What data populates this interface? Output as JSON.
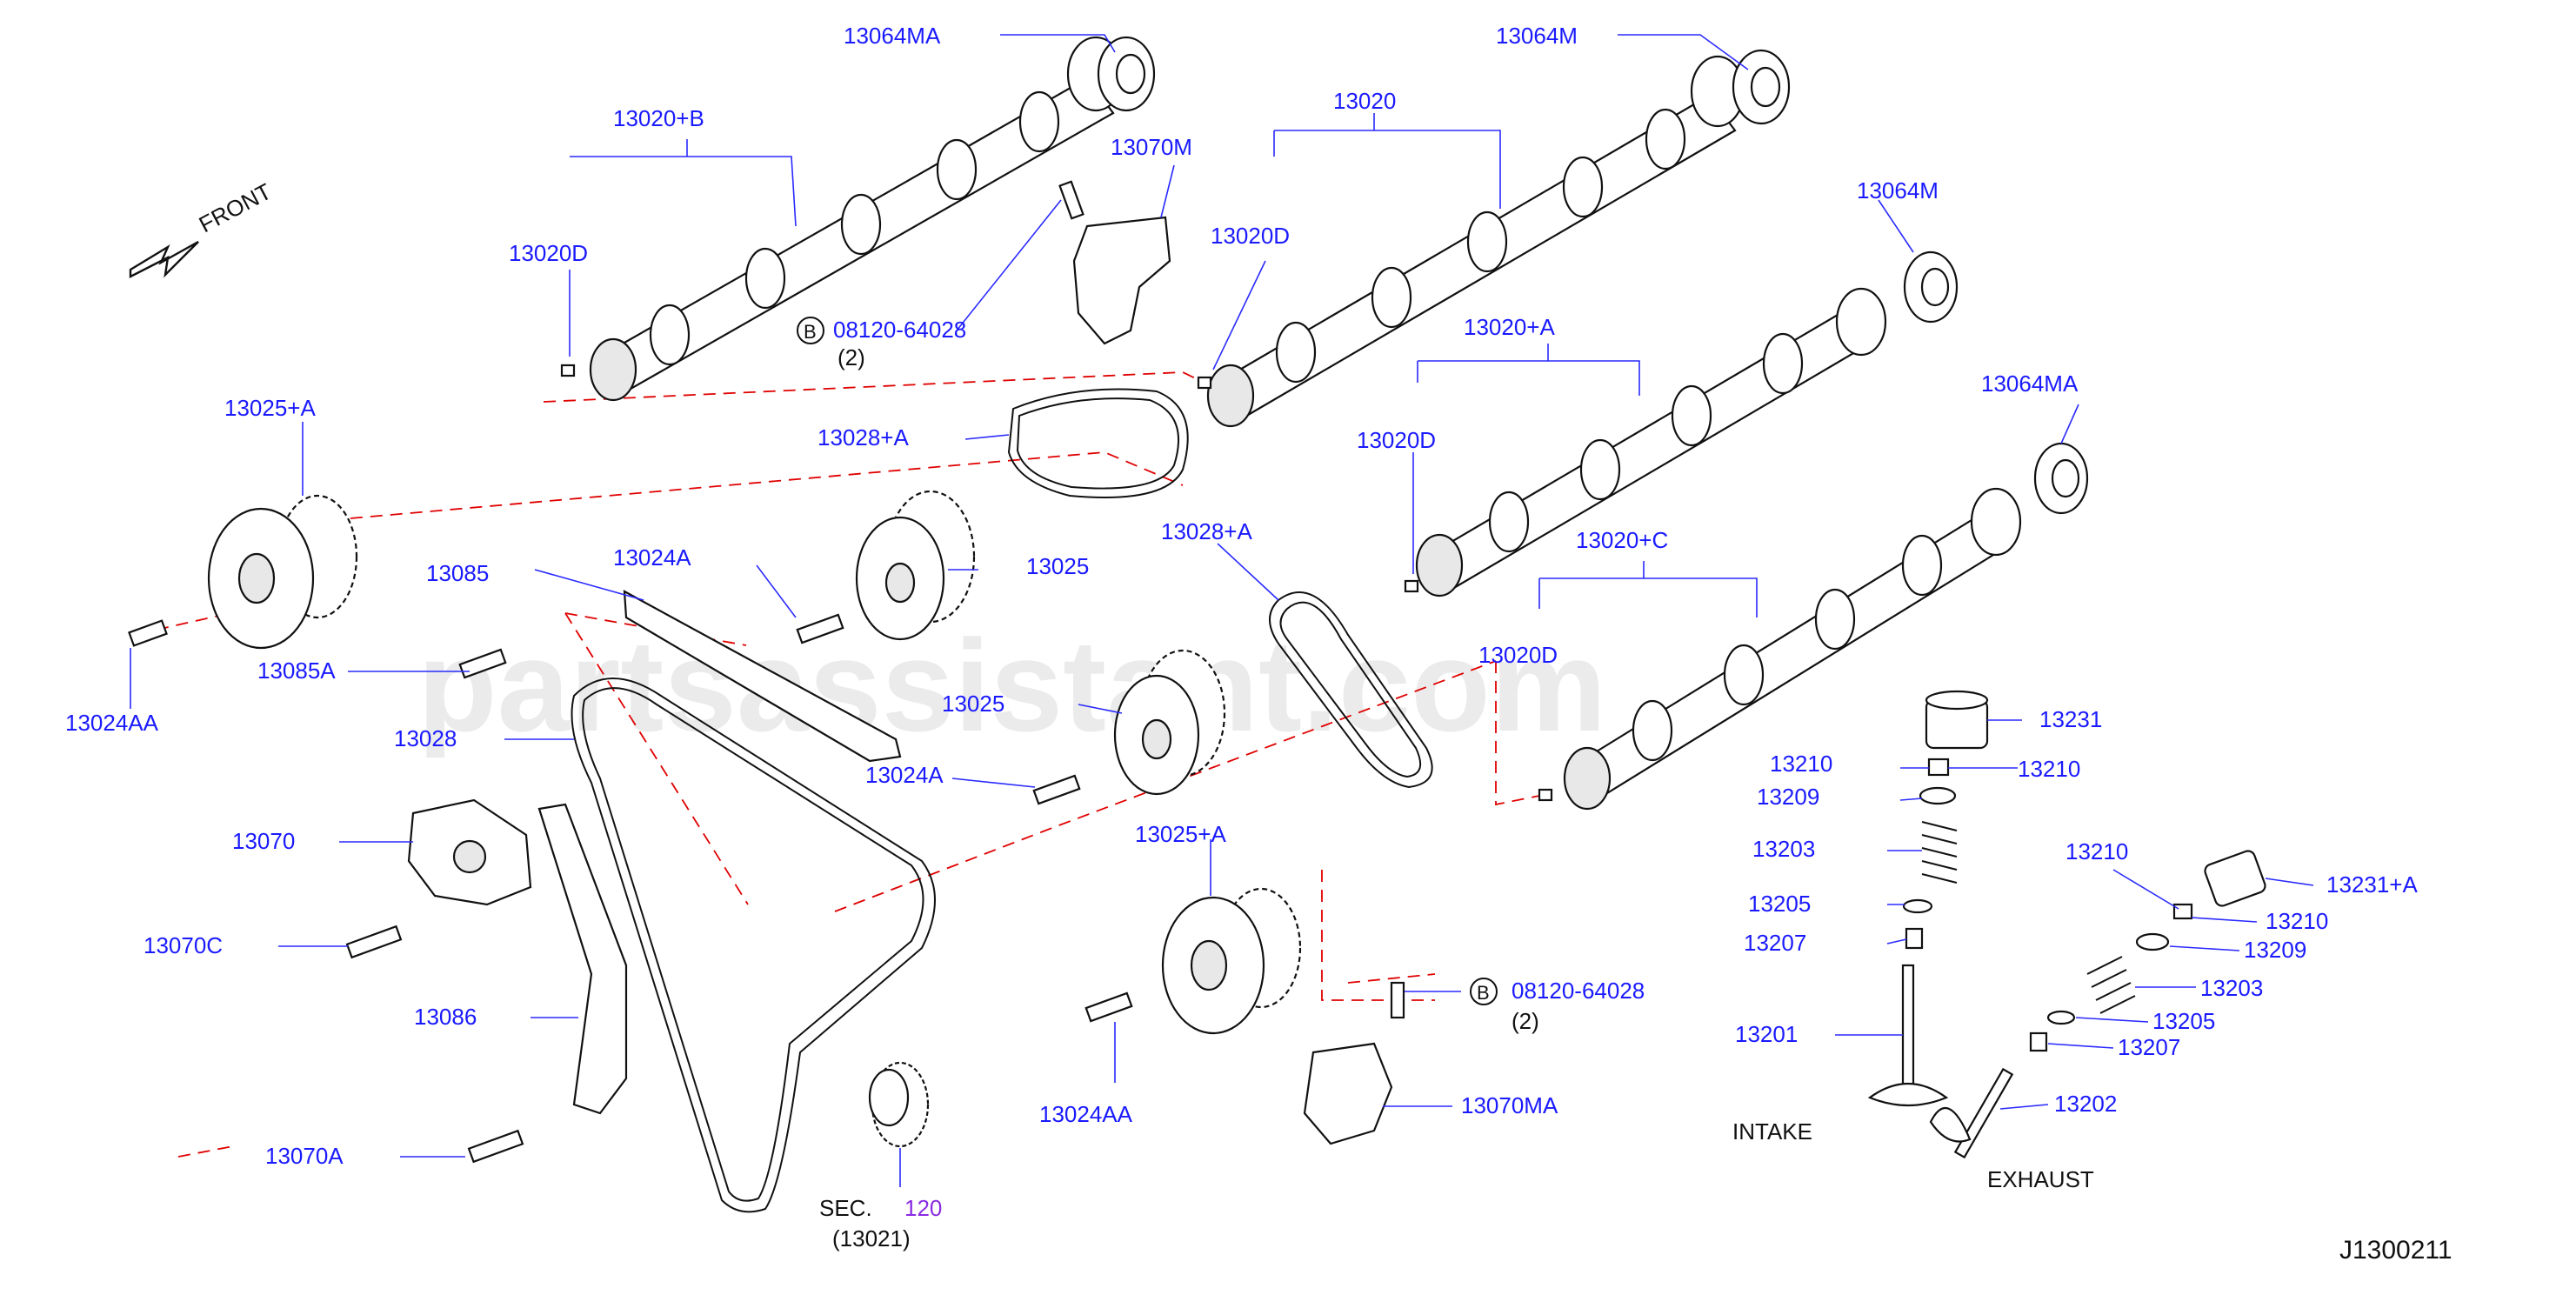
{
  "watermark": "partsassistant.com",
  "front_label": "FRONT",
  "diagram_code": "J1300211",
  "labels": {
    "l13064MA_top": "13064MA",
    "l13064M_top": "13064M",
    "l13020B": "13020+B",
    "l13020": "13020",
    "l13070M": "13070M",
    "l13020D_a": "13020D",
    "l13020D_b": "13020D",
    "l13064M_mid": "13064M",
    "l08120_a": "08120-64028",
    "l08120_a_qty": "(2)",
    "l13020A": "13020+A",
    "l13025A_top": "13025+A",
    "l13028A_a": "13028+A",
    "l13020D_c": "13020D",
    "l13064MA_r": "13064MA",
    "l13028A_b": "13028+A",
    "l13020C": "13020+C",
    "l13085": "13085",
    "l13024A_a": "13024A",
    "l13025_a": "13025",
    "l13085A": "13085A",
    "l13020D_d": "13020D",
    "l13024AA_a": "13024AA",
    "l13028": "13028",
    "l13025_b": "13025",
    "l13231": "13231",
    "l13024A_b": "13024A",
    "l13210_a": "13210",
    "l13210_b": "13210",
    "l13209_a": "13209",
    "l13070": "13070",
    "l13025A_b": "13025+A",
    "l13203_a": "13203",
    "l13210_c": "13210",
    "l13231A": "13231+A",
    "l13210_d": "13210",
    "l13205_a": "13205",
    "l13070C": "13070C",
    "l13207_a": "13207",
    "l13209_b": "13209",
    "l08120_b": "08120-64028",
    "l08120_b_qty": "(2)",
    "l13203_b": "13203",
    "l13086": "13086",
    "l13201": "13201",
    "l13205_b": "13205",
    "l13207_b": "13207",
    "l13024AA_b": "13024AA",
    "l13070MA": "13070MA",
    "l13202": "13202",
    "l13070A": "13070A",
    "intake": "INTAKE",
    "exhaust": "EXHAUST",
    "sec": "SEC.",
    "sec_num": "120",
    "sec_part": "(13021)",
    "bolt_b_a": "B",
    "bolt_b_b": "B"
  }
}
